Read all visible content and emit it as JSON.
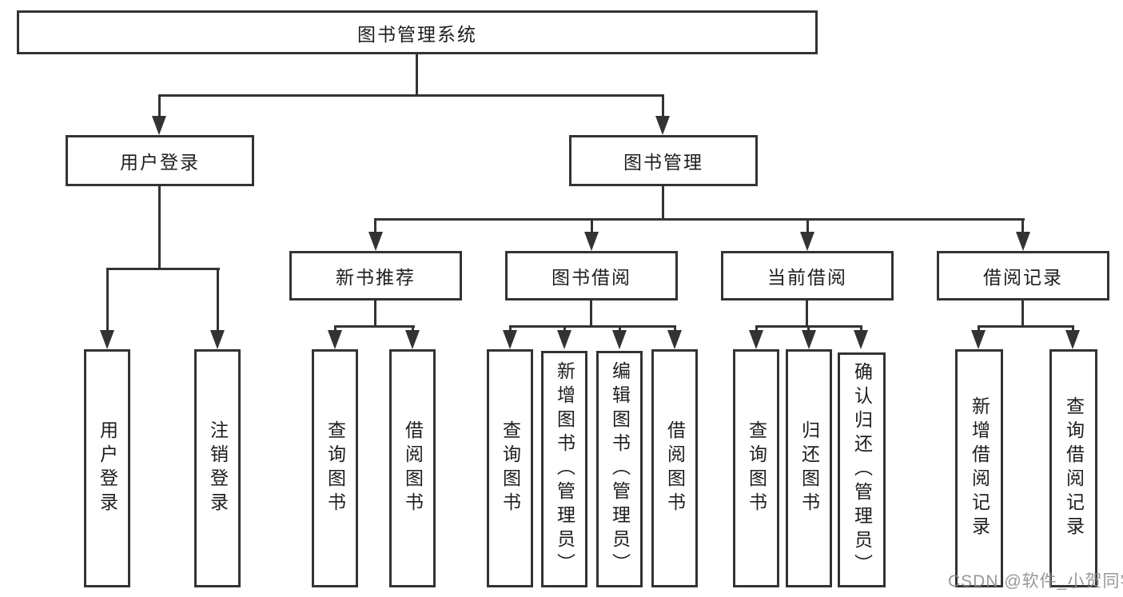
{
  "tree": {
    "root": "图书管理系统",
    "level2": [
      {
        "label": "用户登录"
      },
      {
        "label": "图书管理"
      }
    ],
    "level3": [
      {
        "label": "新书推荐"
      },
      {
        "label": "图书借阅"
      },
      {
        "label": "当前借阅"
      },
      {
        "label": "借阅记录"
      }
    ],
    "leaves": {
      "user": [
        "用户登录",
        "注销登录"
      ],
      "recommend": [
        "查询图书",
        "借阅图书"
      ],
      "borrow": [
        "查询图书",
        "新增图书（管理员）",
        "编辑图书（管理员）",
        "借阅图书"
      ],
      "current": [
        "查询图书",
        "归还图书",
        "确认归还（管理员）"
      ],
      "records": [
        "新增借阅记录",
        "查询借阅记录"
      ]
    }
  },
  "watermark": "CSDN @软件_小贺同学",
  "colors": {
    "line": "#333333",
    "text": "#1d1d1f",
    "watermark": "#8a8a8a",
    "background": "#ffffff"
  }
}
